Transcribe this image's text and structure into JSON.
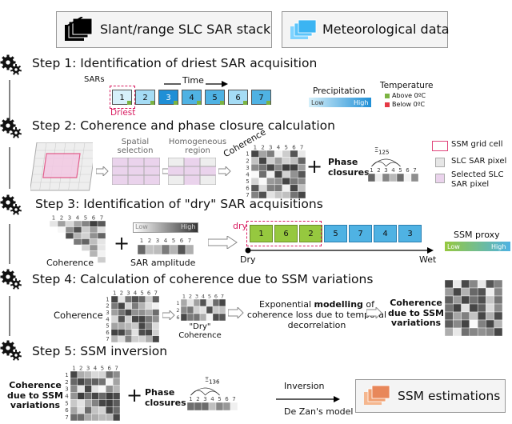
{
  "header": {
    "stack_label": "Slant/range SLC SAR stack",
    "meteo_label": "Meteorological data"
  },
  "steps": [
    {
      "title": "Step 1: Identification of driest SAR acquisition"
    },
    {
      "title": "Step 2: Coherence and phase closure calculation"
    },
    {
      "title": "Step 3: Identification of \"dry\" SAR acquisitions"
    },
    {
      "title": "Step 4: Calculation of coherence due to SSM variations"
    },
    {
      "title": "Step 5: SSM inversion"
    }
  ],
  "step1": {
    "sars_label": "SARs",
    "time_label": "Time",
    "driest_label": "Driest",
    "acquisitions": [
      "1",
      "2",
      "3",
      "4",
      "5",
      "6",
      "7"
    ],
    "precip_label": "Precipitation",
    "precip_low": "Low",
    "precip_high": "High",
    "temp_label": "Temperature",
    "above_label": "Above 0ºC",
    "below_label": "Below 0ºC"
  },
  "step2": {
    "spatial_label": "Spatial selection",
    "homog_label": "Homogeneous region",
    "coherence_label": "Coherence",
    "phase_label": "Phase closures",
    "xi_label": "Ξ",
    "xi_sub": "125",
    "legend_ssm": "SSM grid cell",
    "legend_slc": "SLC SAR pixel",
    "legend_sel": "Selected SLC SAR pixel",
    "matrix_ticks": [
      "1",
      "2",
      "3",
      "4",
      "5",
      "6",
      "7"
    ]
  },
  "step3": {
    "dry_label": "dry",
    "dry_axis": "Dry",
    "wet_axis": "Wet",
    "order": [
      "1",
      "6",
      "2",
      "5",
      "7",
      "4",
      "3"
    ],
    "amp_low": "Low",
    "amp_high": "High",
    "coherence_label": "Coherence",
    "amplitude_label": "SAR amplitude",
    "proxy_label": "SSM proxy",
    "proxy_low": "Low",
    "proxy_high": "High"
  },
  "step4": {
    "coherence_label": "Coherence",
    "dry_coh_label": "\"Dry\" Coherence",
    "model_text_1": "Exponential ",
    "model_text_bold": "modelling",
    "model_text_2": " of coherence loss due to temporal decorrelation",
    "result_label": "Coherence due to SSM variations"
  },
  "step5": {
    "coherence_label": "Coherence due to SSM variations",
    "phase_label": "Phase closures",
    "xi_label": "Ξ",
    "xi_sub": "136",
    "inversion_label": "Inversion",
    "model_label": "De Zan's model",
    "output_label": "SSM estimations"
  }
}
